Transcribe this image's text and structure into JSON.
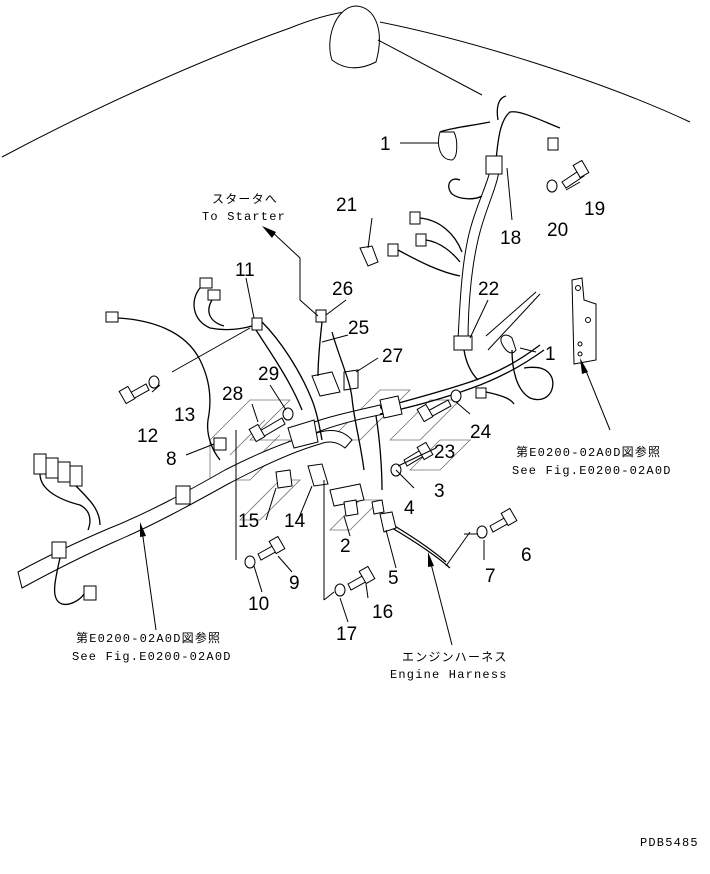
{
  "part_labels": [
    "1",
    "1",
    "2",
    "3",
    "4",
    "5",
    "6",
    "7",
    "8",
    "9",
    "10",
    "11",
    "12",
    "13",
    "14",
    "15",
    "16",
    "17",
    "18",
    "19",
    "20",
    "21",
    "22",
    "23",
    "24",
    "25",
    "26",
    "27",
    "28",
    "29"
  ],
  "callouts": {
    "starter_jp": "スタータへ",
    "starter_en": "To Starter",
    "ref_right_jp": "第E0200-02A0D図参照",
    "ref_right_en": "See Fig.E0200-02A0D",
    "ref_left_jp": "第E0200-02A0D図参照",
    "ref_left_en": "See Fig.E0200-02A0D",
    "engine_jp": "エンジンハーネス",
    "engine_en": "Engine Harness"
  },
  "drawing_code": "PDB5485"
}
